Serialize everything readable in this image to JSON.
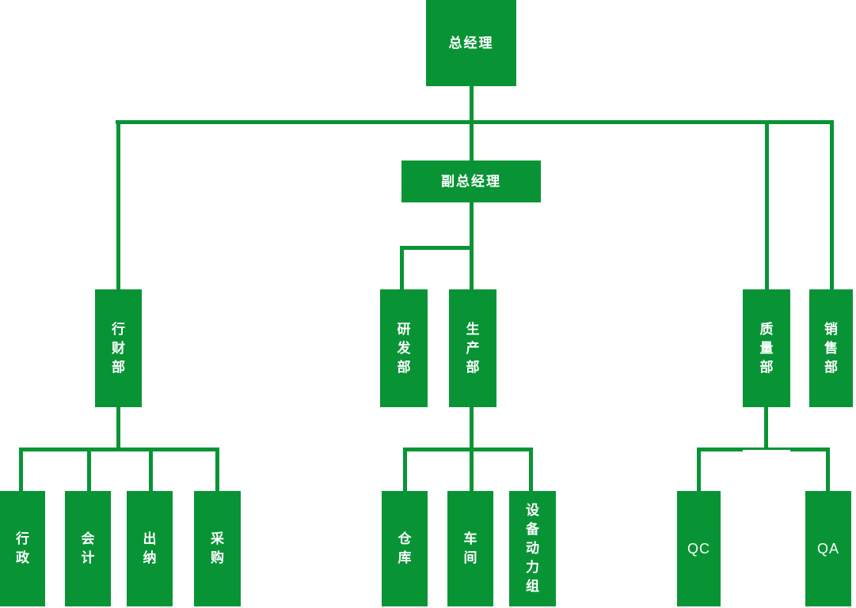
{
  "colors": {
    "node_fill": "#089435",
    "connector": "#089435",
    "node_text": "#ffffff",
    "canvas_background": "#ffffff"
  },
  "nodes": {
    "general_manager": "总经理",
    "deputy_general_manager": "副总经理",
    "finance_admin_dept": "行财部",
    "rd_dept": "研发部",
    "production_dept": "生产部",
    "quality_dept": "质量部",
    "sales_dept": "销售部",
    "admin_office": "行政",
    "accounting": "会计",
    "cashier": "出纳",
    "procurement": "采购",
    "warehouse": "仓库",
    "workshop": "车间",
    "equipment_power_group": "设备动力组",
    "qc": "QC",
    "qa": "QA"
  },
  "hierarchy": {
    "总经理": [
      "行财部",
      "副总经理",
      "质量部",
      "销售部"
    ],
    "副总经理": [
      "研发部",
      "生产部"
    ],
    "行财部": [
      "行政",
      "会计",
      "出纳",
      "采购"
    ],
    "生产部": [
      "仓库",
      "车间",
      "设备动力组"
    ],
    "质量部": [
      "QC",
      "QA"
    ]
  }
}
